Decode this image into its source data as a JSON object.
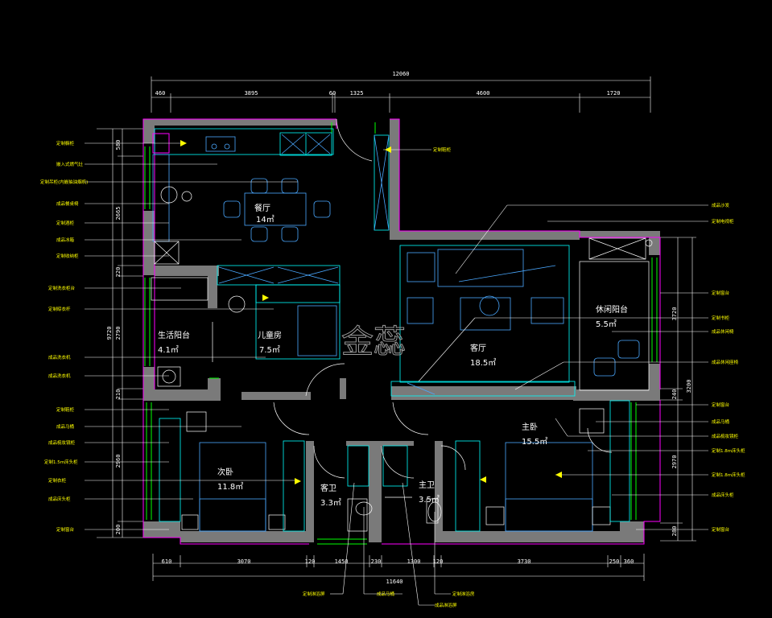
{
  "drawing": {
    "overall_top": "12060",
    "overall_bottom": "11640",
    "top_dims": [
      "460",
      "3895",
      "60",
      "1325",
      "4600",
      "1720"
    ],
    "bottom_dims": [
      "610",
      "3070",
      "120",
      "1450",
      "230",
      "1300",
      "120",
      "3730",
      "250",
      "360"
    ],
    "left_total": "9720",
    "left_dims": [
      "580",
      "2665",
      "220",
      "2790",
      "210",
      "2960",
      "200"
    ],
    "right_dims": [
      "3720",
      "3200",
      "240",
      "2970",
      "280"
    ],
    "watermark": "金蕊"
  },
  "rooms": [
    {
      "name": "餐厅",
      "area": "14㎡"
    },
    {
      "name": "客厅",
      "area": "18.5㎡"
    },
    {
      "name": "休闲阳台",
      "area": "5.5㎡"
    },
    {
      "name": "生活阳台",
      "area": "4.1㎡"
    },
    {
      "name": "儿童房",
      "area": "7.5㎡"
    },
    {
      "name": "次卧",
      "area": "11.8㎡"
    },
    {
      "name": "主卧",
      "area": "15.5㎡"
    },
    {
      "name": "客卫",
      "area": "3.3㎡"
    },
    {
      "name": "主卫",
      "area": "3.5㎡"
    }
  ],
  "left_notes": [
    "定制橱柜",
    "嵌入式燃气灶",
    "定制吊柜(内嵌抽油烟机)",
    "成品餐桌椅",
    "定制酒柜",
    "成品冰箱",
    "定制收纳柜",
    "定制洗衣柜台",
    "定制晾衣杆",
    "成品洗衣机",
    "定制鞋柜",
    "成品马桶",
    "成品梳妆镜柜",
    "定制1.5m床头柜",
    "定制衣柜",
    "成品床头柜",
    "定制窗台"
  ],
  "right_notes": [
    "定制鞋柜",
    "成品沙发",
    "定制电视柜",
    "定制窗台",
    "定制书柜",
    "成品休闲椅",
    "成品休闲座椅",
    "定制窗台",
    "成品马桶",
    "成品梳妆镜柜",
    "定制1.8m床头柜",
    "定制1.8m床头柜",
    "成品床头柜",
    "定制窗台"
  ],
  "bottom_notes": [
    "定制淋浴屏",
    "成品马桶",
    "成品淋浴屏",
    "定制淋浴房"
  ]
}
